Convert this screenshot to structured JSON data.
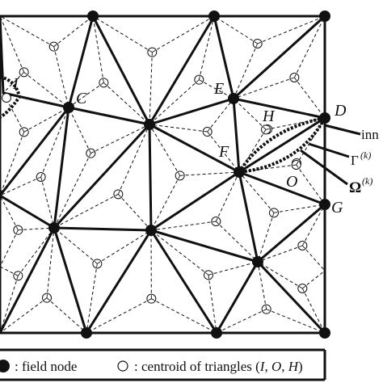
{
  "labels": {
    "I": "I",
    "C": "C",
    "E": "E",
    "H": "H",
    "D": "D",
    "F": "F",
    "O": "O",
    "G": "G",
    "inn": "inn",
    "gamma": "Γ",
    "gamma_sup": "(k)",
    "omega": "Ω",
    "omega_sup": "(k)"
  },
  "legend": {
    "field_node": ": field node",
    "centroid_prefix": ": centroid of triangles (",
    "centroid_I": "I",
    "comma1": ", ",
    "centroid_O": "O",
    "comma2": ", ",
    "centroid_H": "H",
    "centroid_suffix": ")"
  },
  "colors": {
    "line": "#111111",
    "background": "#ffffff"
  }
}
